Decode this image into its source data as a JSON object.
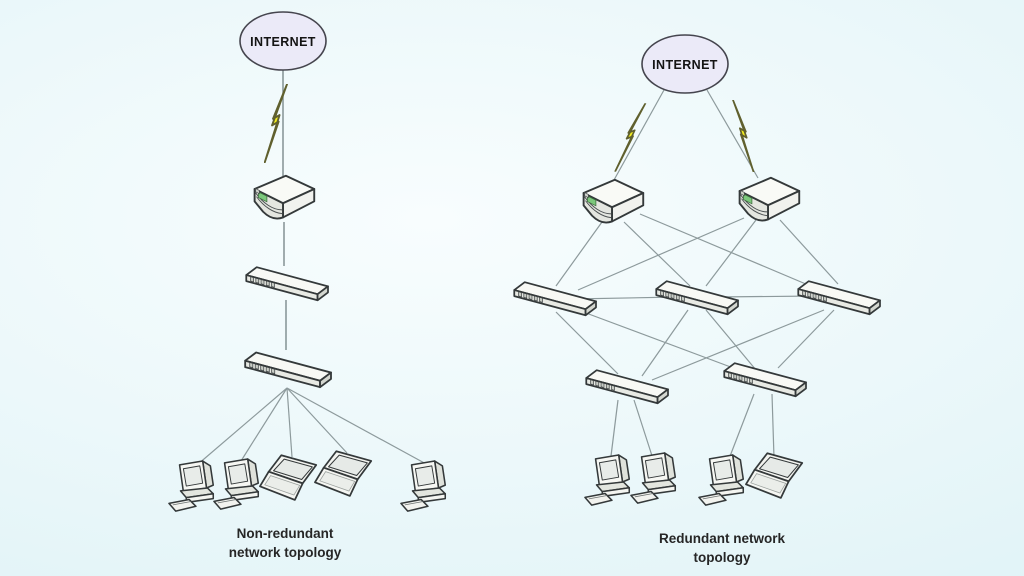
{
  "left_diagram": {
    "cloud_label": "INTERNET",
    "caption_line1": "Non-redundant",
    "caption_line2": "network topology",
    "devices": [
      {
        "id": "internet",
        "type": "internet-cloud"
      },
      {
        "id": "router-1",
        "type": "router"
      },
      {
        "id": "switch-1",
        "type": "switch"
      },
      {
        "id": "switch-2",
        "type": "switch"
      },
      {
        "id": "pc-1",
        "type": "desktop-computer"
      },
      {
        "id": "pc-2",
        "type": "desktop-computer"
      },
      {
        "id": "pc-3",
        "type": "laptop"
      },
      {
        "id": "pc-4",
        "type": "laptop"
      },
      {
        "id": "pc-5",
        "type": "desktop-computer"
      }
    ],
    "links": [
      [
        "internet",
        "router-1"
      ],
      [
        "router-1",
        "switch-1"
      ],
      [
        "switch-1",
        "switch-2"
      ],
      [
        "switch-2",
        "pc-1"
      ],
      [
        "switch-2",
        "pc-2"
      ],
      [
        "switch-2",
        "pc-3"
      ],
      [
        "switch-2",
        "pc-4"
      ],
      [
        "switch-2",
        "pc-5"
      ]
    ],
    "internet_link_style": "lightning-bolt"
  },
  "right_diagram": {
    "cloud_label": "INTERNET",
    "caption_line1": "Redundant network",
    "caption_line2": "topology",
    "devices": [
      {
        "id": "internet",
        "type": "internet-cloud"
      },
      {
        "id": "router-1",
        "type": "router"
      },
      {
        "id": "router-2",
        "type": "router"
      },
      {
        "id": "switch-1",
        "type": "switch"
      },
      {
        "id": "switch-2",
        "type": "switch"
      },
      {
        "id": "switch-3",
        "type": "switch"
      },
      {
        "id": "switch-4",
        "type": "switch"
      },
      {
        "id": "switch-5",
        "type": "switch"
      },
      {
        "id": "pc-1",
        "type": "desktop-computer"
      },
      {
        "id": "pc-2",
        "type": "desktop-computer"
      },
      {
        "id": "pc-3",
        "type": "desktop-computer"
      },
      {
        "id": "pc-4",
        "type": "laptop"
      }
    ],
    "links": [
      [
        "internet",
        "router-1"
      ],
      [
        "internet",
        "router-2"
      ],
      [
        "router-1",
        "switch-1"
      ],
      [
        "router-1",
        "switch-2"
      ],
      [
        "router-1",
        "switch-3"
      ],
      [
        "router-2",
        "switch-1"
      ],
      [
        "router-2",
        "switch-2"
      ],
      [
        "router-2",
        "switch-3"
      ],
      [
        "switch-1",
        "switch-2"
      ],
      [
        "switch-2",
        "switch-3"
      ],
      [
        "switch-1",
        "switch-4"
      ],
      [
        "switch-1",
        "switch-5"
      ],
      [
        "switch-2",
        "switch-4"
      ],
      [
        "switch-2",
        "switch-5"
      ],
      [
        "switch-3",
        "switch-4"
      ],
      [
        "switch-3",
        "switch-5"
      ],
      [
        "switch-4",
        "pc-1"
      ],
      [
        "switch-4",
        "pc-2"
      ],
      [
        "switch-5",
        "pc-3"
      ],
      [
        "switch-5",
        "pc-4"
      ]
    ],
    "internet_link_style": "lightning-bolt"
  },
  "icons": [
    "internet-cloud",
    "lightning-bolt-icon",
    "router-icon",
    "switch-icon",
    "desktop-computer-icon",
    "laptop-icon"
  ],
  "colors": {
    "background_center": "#f8fdfe",
    "background_edge": "#dcf1f6",
    "link_line": "#8d9a9c",
    "device_stroke": "#34393a",
    "device_face_light": "#f7f8f4",
    "device_face_mid": "#e6e8e2",
    "device_face_dark": "#d4d7d0",
    "bolt_fill": "#f3ee20",
    "bolt_stroke": "#60602e",
    "cloud_fill": "#ebeaf8",
    "cloud_stroke": "#45454e",
    "led_green": "#7cc87c",
    "caption_text": "#262626"
  }
}
